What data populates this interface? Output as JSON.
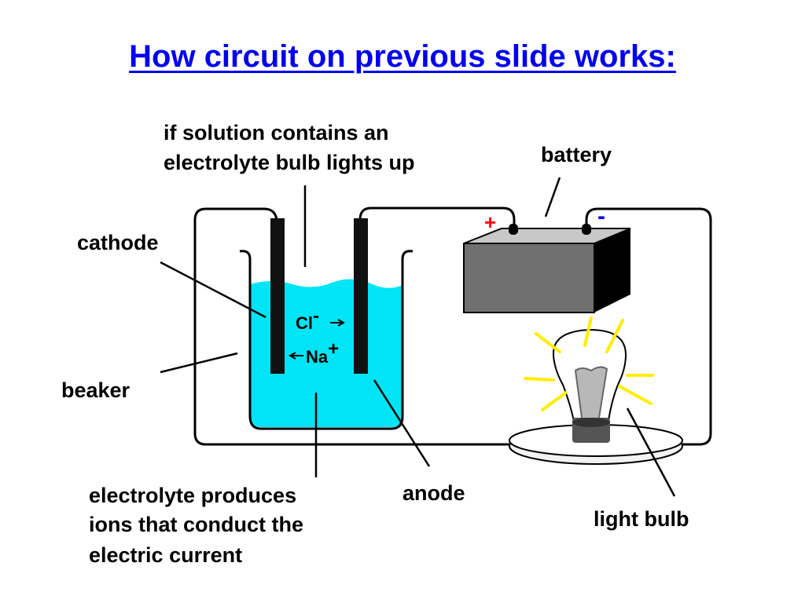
{
  "slide": {
    "title": "How circuit on previous slide works:"
  },
  "diagram": {
    "labels": {
      "solution_line1": "if solution contains an",
      "solution_line2": "electrolyte bulb lights up",
      "battery": "battery",
      "cathode": "cathode",
      "beaker": "beaker",
      "electrolyte_line1": "electrolyte produces",
      "electrolyte_line2": "ions that conduct the",
      "electrolyte_line3": "electric current",
      "anode": "anode",
      "light_bulb": "light bulb"
    },
    "ions": {
      "chloride": "Cl",
      "chloride_charge": "-",
      "sodium": "Na",
      "sodium_charge": "+"
    },
    "battery_terminals": {
      "positive": "+",
      "negative": "-"
    },
    "colors": {
      "title": "#0000ee",
      "solution": "#00e5f5",
      "battery_top": "#c8c8c8",
      "battery_front": "#707070",
      "battery_side": "#000000",
      "light_rays": "#ffee00",
      "positive_terminal": "#ff0000",
      "negative_terminal": "#0000ff"
    }
  }
}
